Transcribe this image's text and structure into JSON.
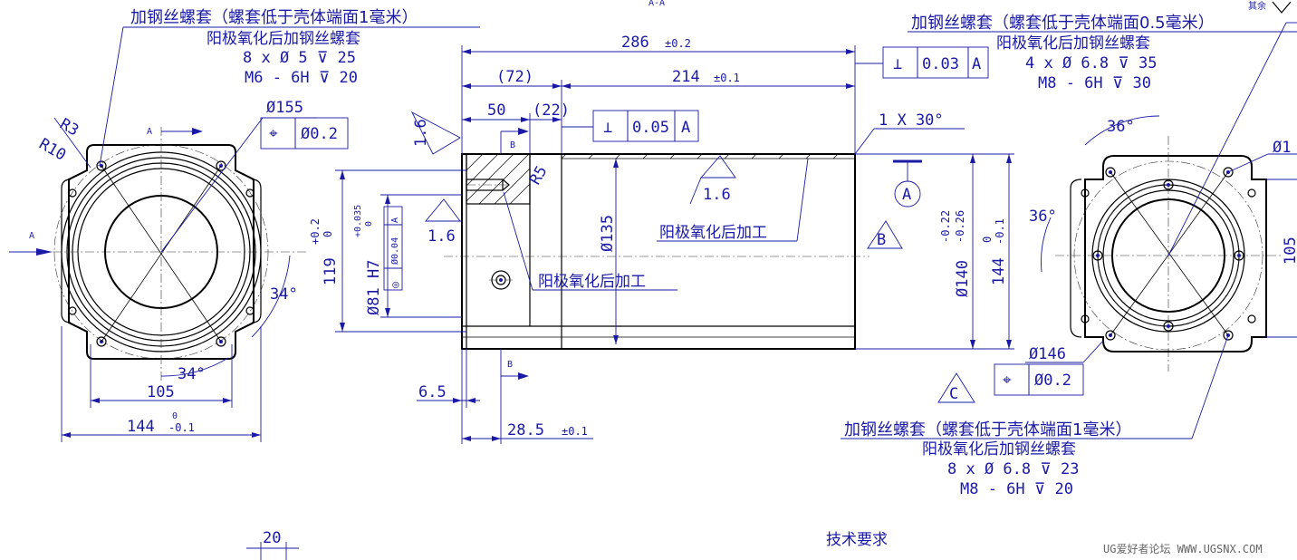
{
  "section_label": "A-A",
  "top_right_label": "其余",
  "left_view": {
    "note_line1": "加钢丝螺套（螺套低于壳体端面1毫米）",
    "note_line2": "阳极氧化后加钢丝螺套",
    "note_line3": "8 x Ø 5 ⊽ 25",
    "note_line4": "M6 - 6H ⊽ 20",
    "radius_r3": "R3",
    "radius_r10": "R10",
    "dia_155": "Ø155",
    "position_symbol": "⌖",
    "position_tol": "Ø0.2",
    "section_a_top": "A",
    "section_a_left": "A",
    "angle_34_right": "34°",
    "angle_34_bottom": "34°",
    "dim_105": "105",
    "dim_144": "144",
    "dim_144_tol_upper": "0",
    "dim_144_tol_lower": "-0.1",
    "dim_20": "20"
  },
  "middle_view": {
    "dim_286": "286",
    "dim_286_tol": "±0.2",
    "dim_72": "(72)",
    "dim_214": "214",
    "dim_214_tol": "±0.1",
    "dim_50": "50",
    "dim_22": "(22)",
    "perp_symbol_1": "⊥",
    "perp_tol_1": "0.05",
    "perp_datum_1": "A",
    "chamfer": "1 X 30°",
    "roughness_16_a": "1.6",
    "roughness_16_b": "1.6",
    "roughness_16_c": "1.6",
    "radius_r5": "R5",
    "section_b_top": "B",
    "section_b_bottom": "B",
    "dim_119": "119",
    "dim_119_tol_upper": "+0.2",
    "dim_119_tol_lower": "0",
    "dim_81": "Ø81 H7",
    "dim_81_tol_upper": "+0.035",
    "dim_81_tol_lower": "0",
    "conc_symbol": "◎",
    "conc_tol": "Ø0.04",
    "conc_datum": "A",
    "dim_135": "Ø135",
    "anodize_note_1": "阳极氧化后加工",
    "anodize_note_2": "阳极氧化后加工",
    "datum_a": "A",
    "datum_b": "B",
    "datum_c": "C",
    "dim_140": "Ø140",
    "dim_140_tol_upper": "-0.22",
    "dim_140_tol_lower": "-0.26",
    "dim_144": "144",
    "dim_144_tol_upper": "0",
    "dim_144_tol_lower": "-0.1",
    "dim_65": "6.5",
    "dim_285": "28.5",
    "dim_285_tol": "±0.1",
    "perp_symbol_2": "⊥",
    "perp_tol_2": "0.03",
    "perp_datum_2": "A"
  },
  "right_view": {
    "note_line1": "加钢丝螺套（螺套低于壳体端面0.5毫米）",
    "note_line2": "阳极氧化后加钢丝螺套",
    "note_line3": "4 x Ø 6.8 ⊽ 35",
    "note_line4": "M8 - 6H ⊽ 30",
    "angle_36_top": "36°",
    "angle_36_left": "36°",
    "dia_1_partial": "Ø1",
    "dim_105_partial": "105",
    "dia_146": "Ø146",
    "position_symbol": "⌖",
    "position_tol": "Ø0.2",
    "bottom_note_line1": "加钢丝螺套（螺套低于壳体端面1毫米）",
    "bottom_note_line2": "阳极氧化后加钢丝螺套",
    "bottom_note_line3": "8 x Ø 6.8 ⊽ 23",
    "bottom_note_line4": "M8 - 6H ⊽ 20"
  },
  "tech_requirements_title": "技术要求",
  "watermark": "UG爱好者论坛 WWW.UGSNX.COM"
}
